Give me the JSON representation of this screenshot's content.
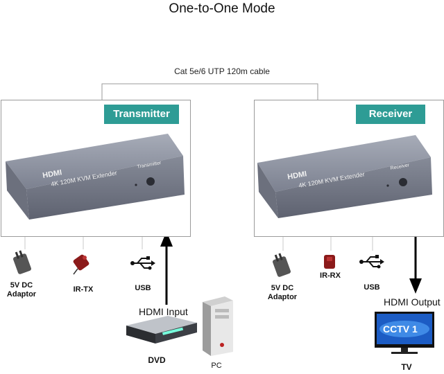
{
  "title": "One-to-One Mode",
  "cable": {
    "label": "Cat 5e/6 UTP 120m cable"
  },
  "transmitter": {
    "badge": "Transmitter",
    "device_logo": "HDMI",
    "device_text": "4K 120M KVM Extender",
    "device_role": "Transmitter",
    "ports": [
      {
        "label": "5V DC\nAdaptor",
        "icon": "power-adapter-icon"
      },
      {
        "label": "IR-TX",
        "icon": "ir-tx-icon"
      },
      {
        "label": "USB",
        "icon": "usb-icon"
      }
    ],
    "input_label": "HDMI Input",
    "sources": [
      "DVD",
      "PC"
    ]
  },
  "receiver": {
    "badge": "Receiver",
    "device_logo": "HDMI",
    "device_text": "4K 120M KVM Extender",
    "device_role": "Receiver",
    "ports": [
      {
        "label": "5V DC\nAdaptor",
        "icon": "power-adapter-icon"
      },
      {
        "label": "IR-RX",
        "icon": "ir-rx-icon"
      },
      {
        "label": "USB",
        "icon": "usb-icon"
      }
    ],
    "output_label": "HDMI Output",
    "sink": "TV",
    "tv_screen_text": "CCTV 1"
  },
  "colors": {
    "badge": "#2e9c95",
    "device_body": "#8a8f9c",
    "arrow": "#000000",
    "connector": "#9a9a9a",
    "ir_module": "#8b1a1a"
  }
}
